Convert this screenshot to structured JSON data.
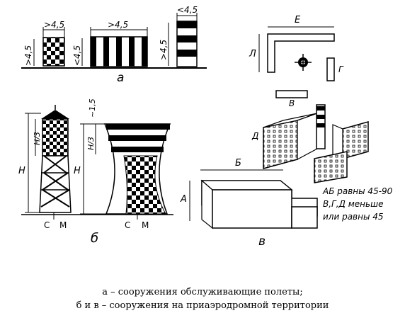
{
  "figure": {
    "panel_a": {
      "label": "а",
      "dim_gt45_a": ">4,5",
      "dim_gt45_b": ">4,5",
      "dim_lt45_top": "<4,5",
      "dim_gt45_left": ">4,5",
      "dim_lt45_mid": "<4,5",
      "dim_gt45_right": ">4,5"
    },
    "panel_b": {
      "label": "б",
      "dim_h1": "H",
      "dim_h3_1": "H/3",
      "dim_h2": "H",
      "dim_h3_2": "H/3",
      "dim_top": "~1,5",
      "axis_c1": "С",
      "axis_m1": "М",
      "axis_c2": "С",
      "axis_m2": "М"
    },
    "panel_v": {
      "label": "в",
      "dim_A": "А",
      "dim_B": "Б",
      "dim_V": "В",
      "dim_G": "Г",
      "dim_D": "Д",
      "dim_E": "Е",
      "dim_L": "Л",
      "note": [
        "АБ равны 45-90",
        "В,Г,Д меньше",
        "или равны 45"
      ]
    }
  },
  "caption": {
    "line1": "а – сооружения обслуживающие полеты;",
    "line2": "б и в – сооружения на приаэродромной территории"
  }
}
